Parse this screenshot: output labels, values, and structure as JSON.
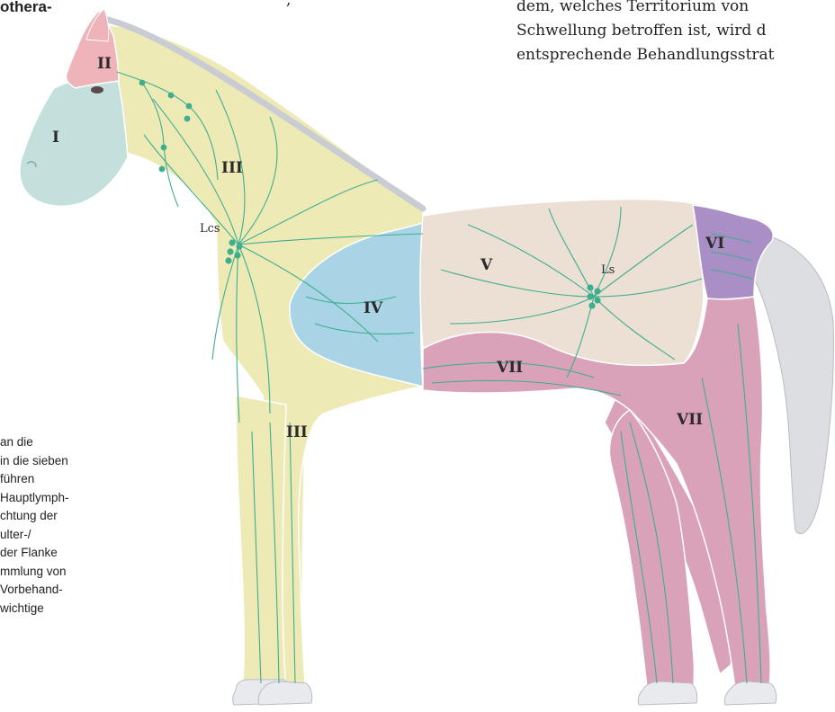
{
  "top_left_fragment": "othera-",
  "top_mid_fragment": ",",
  "right_text": {
    "lines": [
      "",
      "dem, welches Territorium von",
      "Schwellung betroffen ist, wird d",
      "entsprechende Behandlungsstrat"
    ]
  },
  "side_caption": {
    "lines": [
      "an die",
      "in die sieben",
      "führen",
      "Hauptlymph-",
      "chtung der",
      "ulter-/",
      "der Flanke",
      "mmlung von",
      "Vorbehand-",
      "wichtige"
    ]
  },
  "diagram": {
    "territory_labels": {
      "t1": "I",
      "t2": "II",
      "t3a": "III",
      "t3b": "III",
      "t4": "IV",
      "t5": "V",
      "t6": "VI",
      "t7a": "VII",
      "t7b": "VII"
    },
    "node_labels": {
      "lcs": "Lcs",
      "ls": "Ls"
    },
    "colors": {
      "territory_I": "#c4e0dc",
      "territory_II": "#efb3ba",
      "territory_III": "#eeeab6",
      "territory_IV": "#a9d4e6",
      "territory_V": "#ecdfd3",
      "territory_VI": "#a98fc6",
      "territory_VII": "#d9a2b8",
      "lymph_vessels": "#3fae8e",
      "hooves": "#e9eaee",
      "tail": "#dcdee2"
    }
  }
}
